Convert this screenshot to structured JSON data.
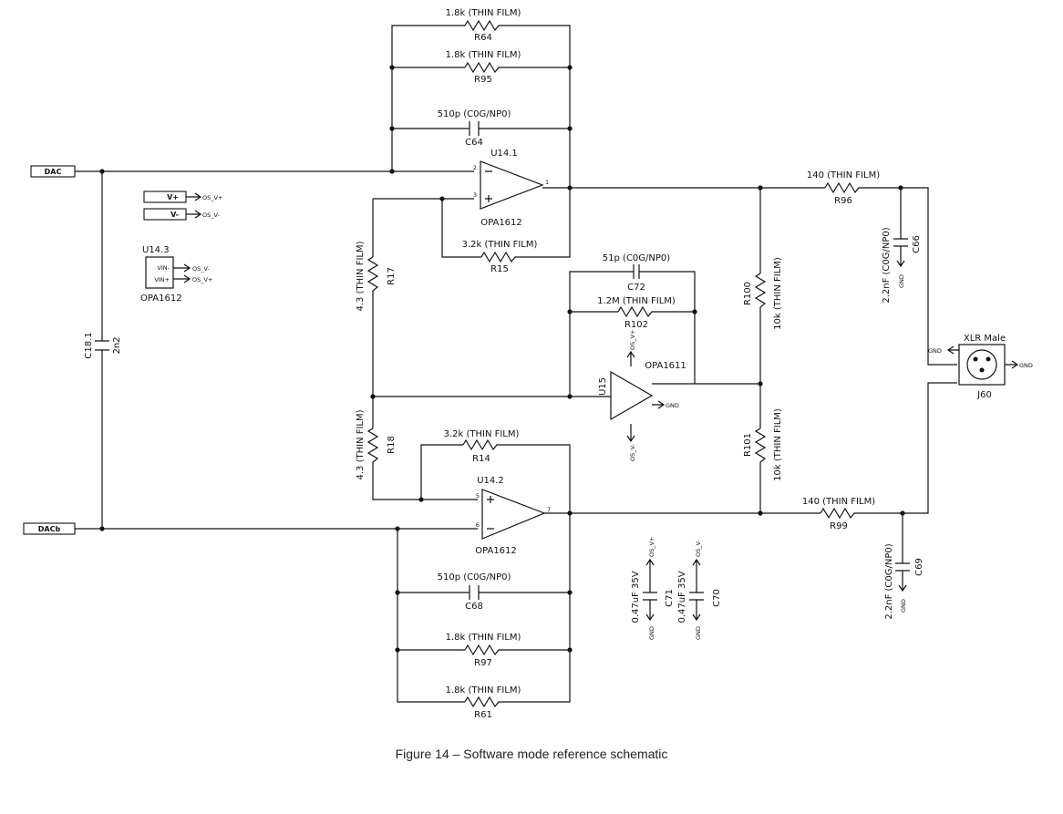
{
  "caption": "Figure 14 – Software mode reference schematic",
  "nets": {
    "dac": "DAC",
    "dacb": "DACb",
    "vplus": "V+",
    "vminus": "V-",
    "os_vplus": "OS_V+",
    "os_vminus": "OS_V-",
    "gnd": "GND"
  },
  "parts": {
    "r64": {
      "ref": "R64",
      "value": "1.8k (THIN FILM)"
    },
    "r95": {
      "ref": "R95",
      "value": "1.8k (THIN FILM)"
    },
    "c64": {
      "ref": "C64",
      "value": "510p (C0G/NP0)"
    },
    "u14_1": {
      "ref": "U14.1",
      "value": "OPA1612"
    },
    "r15": {
      "ref": "R15",
      "value": "3.2k (THIN FILM)"
    },
    "r17": {
      "ref": "R17",
      "value": "4.3 (THIN FILM)"
    },
    "r18": {
      "ref": "R18",
      "value": "4.3 (THIN FILM)"
    },
    "c18": {
      "ref": "C18.1",
      "value": "2n2"
    },
    "u14_3": {
      "ref": "U14.3",
      "value": "OPA1612",
      "pin_vin_minus": "VIN-",
      "pin_vin_plus": "VIN+"
    },
    "c72": {
      "ref": "C72",
      "value": "51p (C0G/NP0)"
    },
    "r102": {
      "ref": "R102",
      "value": "1.2M (THIN FILM)"
    },
    "u15": {
      "ref": "U15",
      "value": "OPA1611"
    },
    "r100": {
      "ref": "R100",
      "value": "10k (THIN FILM)"
    },
    "r101": {
      "ref": "R101",
      "value": "10k (THIN FILM)"
    },
    "r96": {
      "ref": "R96",
      "value": "140 (THIN FILM)"
    },
    "r99": {
      "ref": "R99",
      "value": "140 (THIN FILM)"
    },
    "c66": {
      "ref": "C66",
      "value": "2.2nF (C0G/NP0)"
    },
    "c69": {
      "ref": "C69",
      "value": "2.2nF (C0G/NP0)"
    },
    "j60": {
      "ref": "J60",
      "value": "XLR Male"
    },
    "r14": {
      "ref": "R14",
      "value": "3.2k (THIN FILM)"
    },
    "u14_2": {
      "ref": "U14.2",
      "value": "OPA1612"
    },
    "c68": {
      "ref": "C68",
      "value": "510p (C0G/NP0)"
    },
    "r97": {
      "ref": "R97",
      "value": "1.8k (THIN FILM)"
    },
    "r61": {
      "ref": "R61",
      "value": "1.8k (THIN FILM)"
    },
    "c71": {
      "ref": "C71",
      "value": "0.47uF 35V"
    },
    "c70": {
      "ref": "C70",
      "value": "0.47uF 35V"
    }
  }
}
